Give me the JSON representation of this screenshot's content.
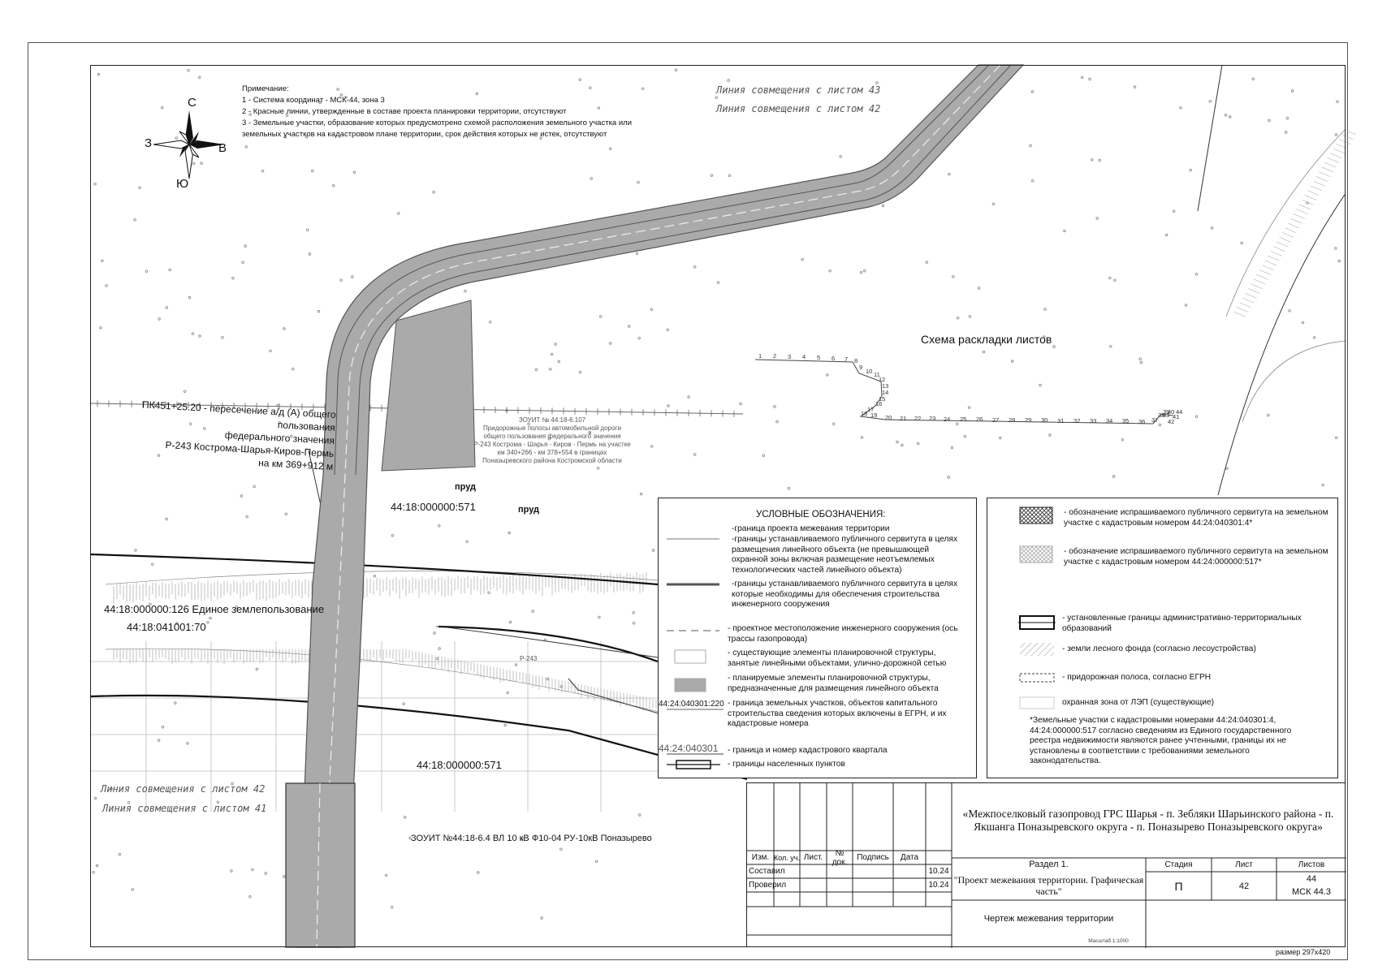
{
  "notes": {
    "heading": "Примечание:",
    "items": [
      "1 - Система координат - МСК-44, зона 3",
      "2 - Красные линии, утвержденные в составе проекта планировки территории, отсутствуют",
      "3 - Земельные участки, образование которых предусмотрено схемой расположения земельного участка или",
      "земельных участков на кадастровом плане территории, срок действия которых не истек, отсутствуют"
    ]
  },
  "compass": {
    "north": "С",
    "south": "Ю",
    "east": "В",
    "west": "З"
  },
  "map": {
    "match_line_top_1": "Линия совмещения с листом 43",
    "match_line_top_2": "Линия совмещения с листом 42",
    "match_line_bottom_1": "Линия совмещения с листом 42",
    "match_line_bottom_2": "Линия совмещения с листом 41",
    "road_crossing": [
      "ПК451+25.20 - пересечение а/д (А) общего пользования",
      "федерального значения",
      "Р-243 Кострома-Шарья-Киров-Пермь",
      "на км 369+912 м"
    ],
    "zouit_road": [
      "ЗОУИТ № 44:18-6.107",
      "Придорожные полосы автомобильной дороги",
      "общего пользования федерального значения",
      "Р-243 Кострома - Шарья - Киров - Пермь на участке",
      "км 340+266 - км 378+554 в границах",
      "Поназыревского района Костромской области"
    ],
    "parcel_571_a": "44:18:000000:571",
    "parcel_571_b": "44:18:000000:571",
    "parcel_126": "44:18:000000:126 Единое землепользование",
    "parcel_70": "44:18:041001:70",
    "pond_1": "пруд",
    "pond_2": "пруд",
    "zouit_power": "ЗОУИТ №44:18-6.4 ВЛ 10 кВ Ф10-04 РУ-10кВ Поназырево",
    "road_tag": "Р-243",
    "sheet_layout_title": "Схема раскладки листов",
    "size_label": "размер 297х420"
  },
  "sheet_numbers": [
    "1",
    "2",
    "3",
    "4",
    "5",
    "6",
    "7",
    "8",
    "9",
    "10",
    "11",
    "12",
    "13",
    "14",
    "15",
    "16",
    "17",
    "18",
    "19",
    "20",
    "21",
    "22",
    "23",
    "24",
    "25",
    "26",
    "27",
    "28",
    "29",
    "30",
    "31",
    "32",
    "33",
    "34",
    "35",
    "36",
    "37",
    "38",
    "39",
    "40",
    "41",
    "42",
    "43",
    "44"
  ],
  "legend": {
    "title": "УСЛОВНЫЕ ОБОЗНАЧЕНИЯ:",
    "items": [
      "-граница проекта межевания территории",
      "-границы устанавливаемого публичного сервитута в целях размещения линейного объекта (не превышающей охранной зоны включая размещение неотъемлемых технологических частей линейного объекта)",
      "-границы устанавливаемого публичного сервитута в целях которые необходимы для обеспечения строительства инженерного сооружения",
      "- проектное местоположение инженерного сооружения (ось трассы газопровода)",
      "- существующие элементы планировочной структуры, занятые линейными объектами, улично-дорожной сетью",
      "- планируемые элементы планировочной структуры, предназначенные для размещения линейного объекта",
      "- граница земельных участков, объектов капитального строительства сведения которых включены в ЕГРН, и их кадастровые номера",
      "- граница и номер кадастрового квартала",
      "- границы населенных пунктов"
    ],
    "sample_parcel": "44:24:040301:220",
    "sample_quarter": "44:24:040301"
  },
  "legend2": {
    "items": [
      "- обозначение испрашиваемого публичного сервитута на земельном участке с кадастровым номером 44:24:040301:4*",
      "- обозначение испрашиваемого публичного сервитута на земельном участке с кадастровым номером 44:24:000000:517*",
      "- установленные границы административно-территориальных образований",
      "- земли лесного фонда (согласно лесоустройства)",
      "- придорожная полоса, согласно ЕГРН",
      "охранная зона от ЛЭП (существующие)"
    ],
    "footnote": "*Земельные участки с кадастровыми номерами 44:24:040301:4, 44:24:000000:517 согласно сведениям из Единого государственного реестра недвижимости являются ранее учтенными, границы их не установлены в соответствии с требованиями земельного законодательства."
  },
  "stamp": {
    "project_title": "«Межпоселковый газопровод ГРС Шарья - п. Зебляки Шарьинского района - п. Якшанга Поназыревского округа - п. Поназырево Поназыревского округа»",
    "col_headers": [
      "Изм.",
      "Кол. уч.",
      "Лист.",
      "№ док.",
      "Подпись",
      "Дата"
    ],
    "row1_role": "Составил",
    "row1_date": "10.24",
    "row2_role": "Проверил",
    "row2_date": "10.24",
    "section": "Раздел 1.",
    "section_title": "\"Проект межевания территории. Графическая часть\"",
    "stage_label": "Стадия",
    "stage": "П",
    "sheet_label": "Лист",
    "sheet": "42",
    "sheets_label": "Листов",
    "sheets": "44",
    "crs": "МСК 44.3",
    "drawing_title": "Чертеж межевания территории",
    "scale": "Масштаб 1:1000"
  }
}
